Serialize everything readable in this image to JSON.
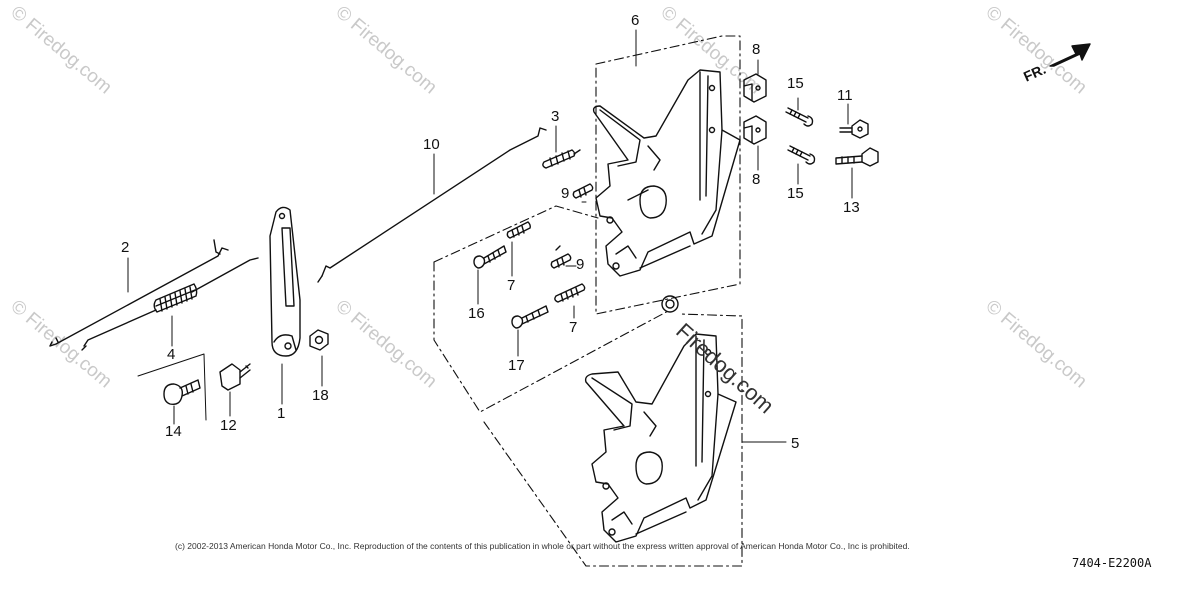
{
  "watermark": {
    "text": "© Firedog.com",
    "center_text": "Firedog.com"
  },
  "direction_label": "FR.",
  "callouts": {
    "c1": "1",
    "c2": "2",
    "c3": "3",
    "c4": "4",
    "c5": "5",
    "c6": "6",
    "c7a": "7",
    "c7b": "7",
    "c8a": "8",
    "c8b": "8",
    "c9a": "9",
    "c9b": "9",
    "c10": "10",
    "c11": "11",
    "c12": "12",
    "c13": "13",
    "c14": "14",
    "c15a": "15",
    "c15b": "15",
    "c16": "16",
    "c17": "17",
    "c18": "18"
  },
  "copyright": "(c) 2002-2013 American Honda Motor Co., Inc. Reproduction of the contents of this publication in whole or part without the express written approval of American Honda Motor Co., Inc is prohibited.",
  "figure_code": "7404-E2200A"
}
